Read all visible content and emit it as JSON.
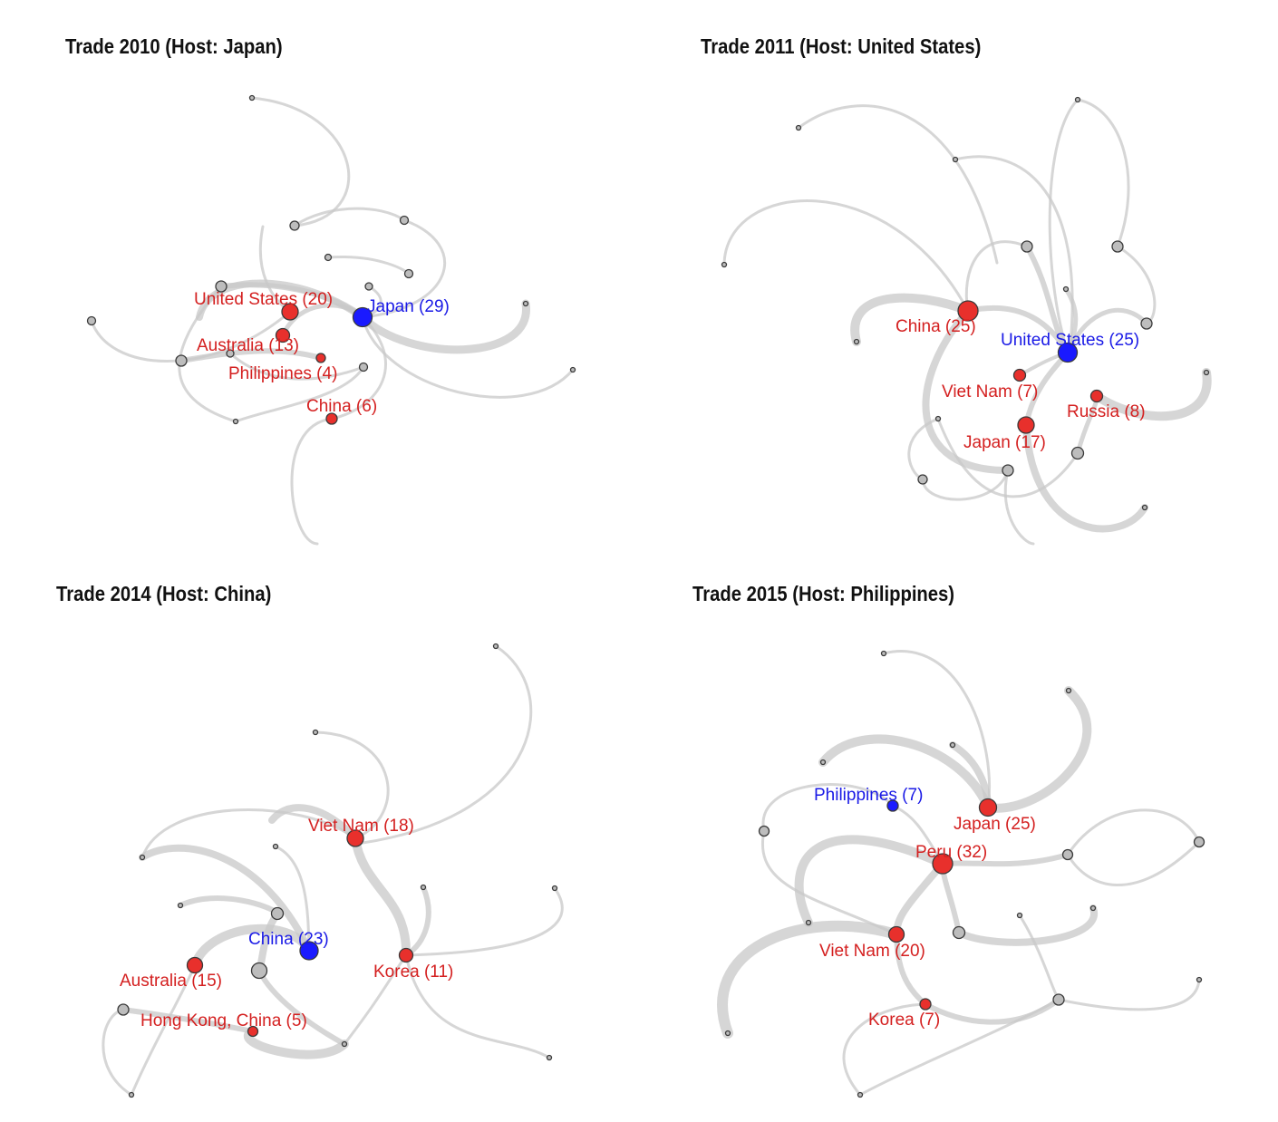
{
  "colors": {
    "host": "#1a1aff",
    "highlight": "#e8302c",
    "other": "#bdbdbd",
    "edge": "#c8c8c8",
    "label_host": "#1a1ae6",
    "label_highlight": "#d42020"
  },
  "panels": [
    {
      "title": "Trade 2010 (Host: Japan)",
      "host": "Japan",
      "labeled_nodes": [
        {
          "label": "Japan (29)",
          "country": "Japan",
          "value": 29,
          "role": "host"
        },
        {
          "label": "United States (20)",
          "country": "United States",
          "value": 20,
          "role": "highlight"
        },
        {
          "label": "Australia (13)",
          "country": "Australia",
          "value": 13,
          "role": "highlight"
        },
        {
          "label": "Philippines (4)",
          "country": "Philippines",
          "value": 4,
          "role": "highlight"
        },
        {
          "label": "China (6)",
          "country": "China",
          "value": 6,
          "role": "highlight"
        }
      ]
    },
    {
      "title": "Trade 2011 (Host: United States)",
      "host": "United States",
      "labeled_nodes": [
        {
          "label": "United States (25)",
          "country": "United States",
          "value": 25,
          "role": "host"
        },
        {
          "label": "China (25)",
          "country": "China",
          "value": 25,
          "role": "highlight"
        },
        {
          "label": "Viet Nam (7)",
          "country": "Viet Nam",
          "value": 7,
          "role": "highlight"
        },
        {
          "label": "Russia (8)",
          "country": "Russia",
          "value": 8,
          "role": "highlight"
        },
        {
          "label": "Japan (17)",
          "country": "Japan",
          "value": 17,
          "role": "highlight"
        }
      ]
    },
    {
      "title": "Trade 2014 (Host: China)",
      "host": "China",
      "labeled_nodes": [
        {
          "label": "China (23)",
          "country": "China",
          "value": 23,
          "role": "host"
        },
        {
          "label": "Viet Nam (18)",
          "country": "Viet Nam",
          "value": 18,
          "role": "highlight"
        },
        {
          "label": "Korea (11)",
          "country": "Korea",
          "value": 11,
          "role": "highlight"
        },
        {
          "label": "Australia (15)",
          "country": "Australia",
          "value": 15,
          "role": "highlight"
        },
        {
          "label": "Hong Kong, China (5)",
          "country": "Hong Kong, China",
          "value": 5,
          "role": "highlight"
        }
      ]
    },
    {
      "title": "Trade 2015 (Host: Philippines)",
      "host": "Philippines",
      "labeled_nodes": [
        {
          "label": "Philippines (7)",
          "country": "Philippines",
          "value": 7,
          "role": "host"
        },
        {
          "label": "Japan (25)",
          "country": "Japan",
          "value": 25,
          "role": "highlight"
        },
        {
          "label": "Peru (32)",
          "country": "Peru",
          "value": 32,
          "role": "highlight"
        },
        {
          "label": "Viet Nam (20)",
          "country": "Viet Nam",
          "value": 20,
          "role": "highlight"
        },
        {
          "label": "Korea (7)",
          "country": "Korea",
          "value": 7,
          "role": "highlight"
        }
      ]
    }
  ]
}
